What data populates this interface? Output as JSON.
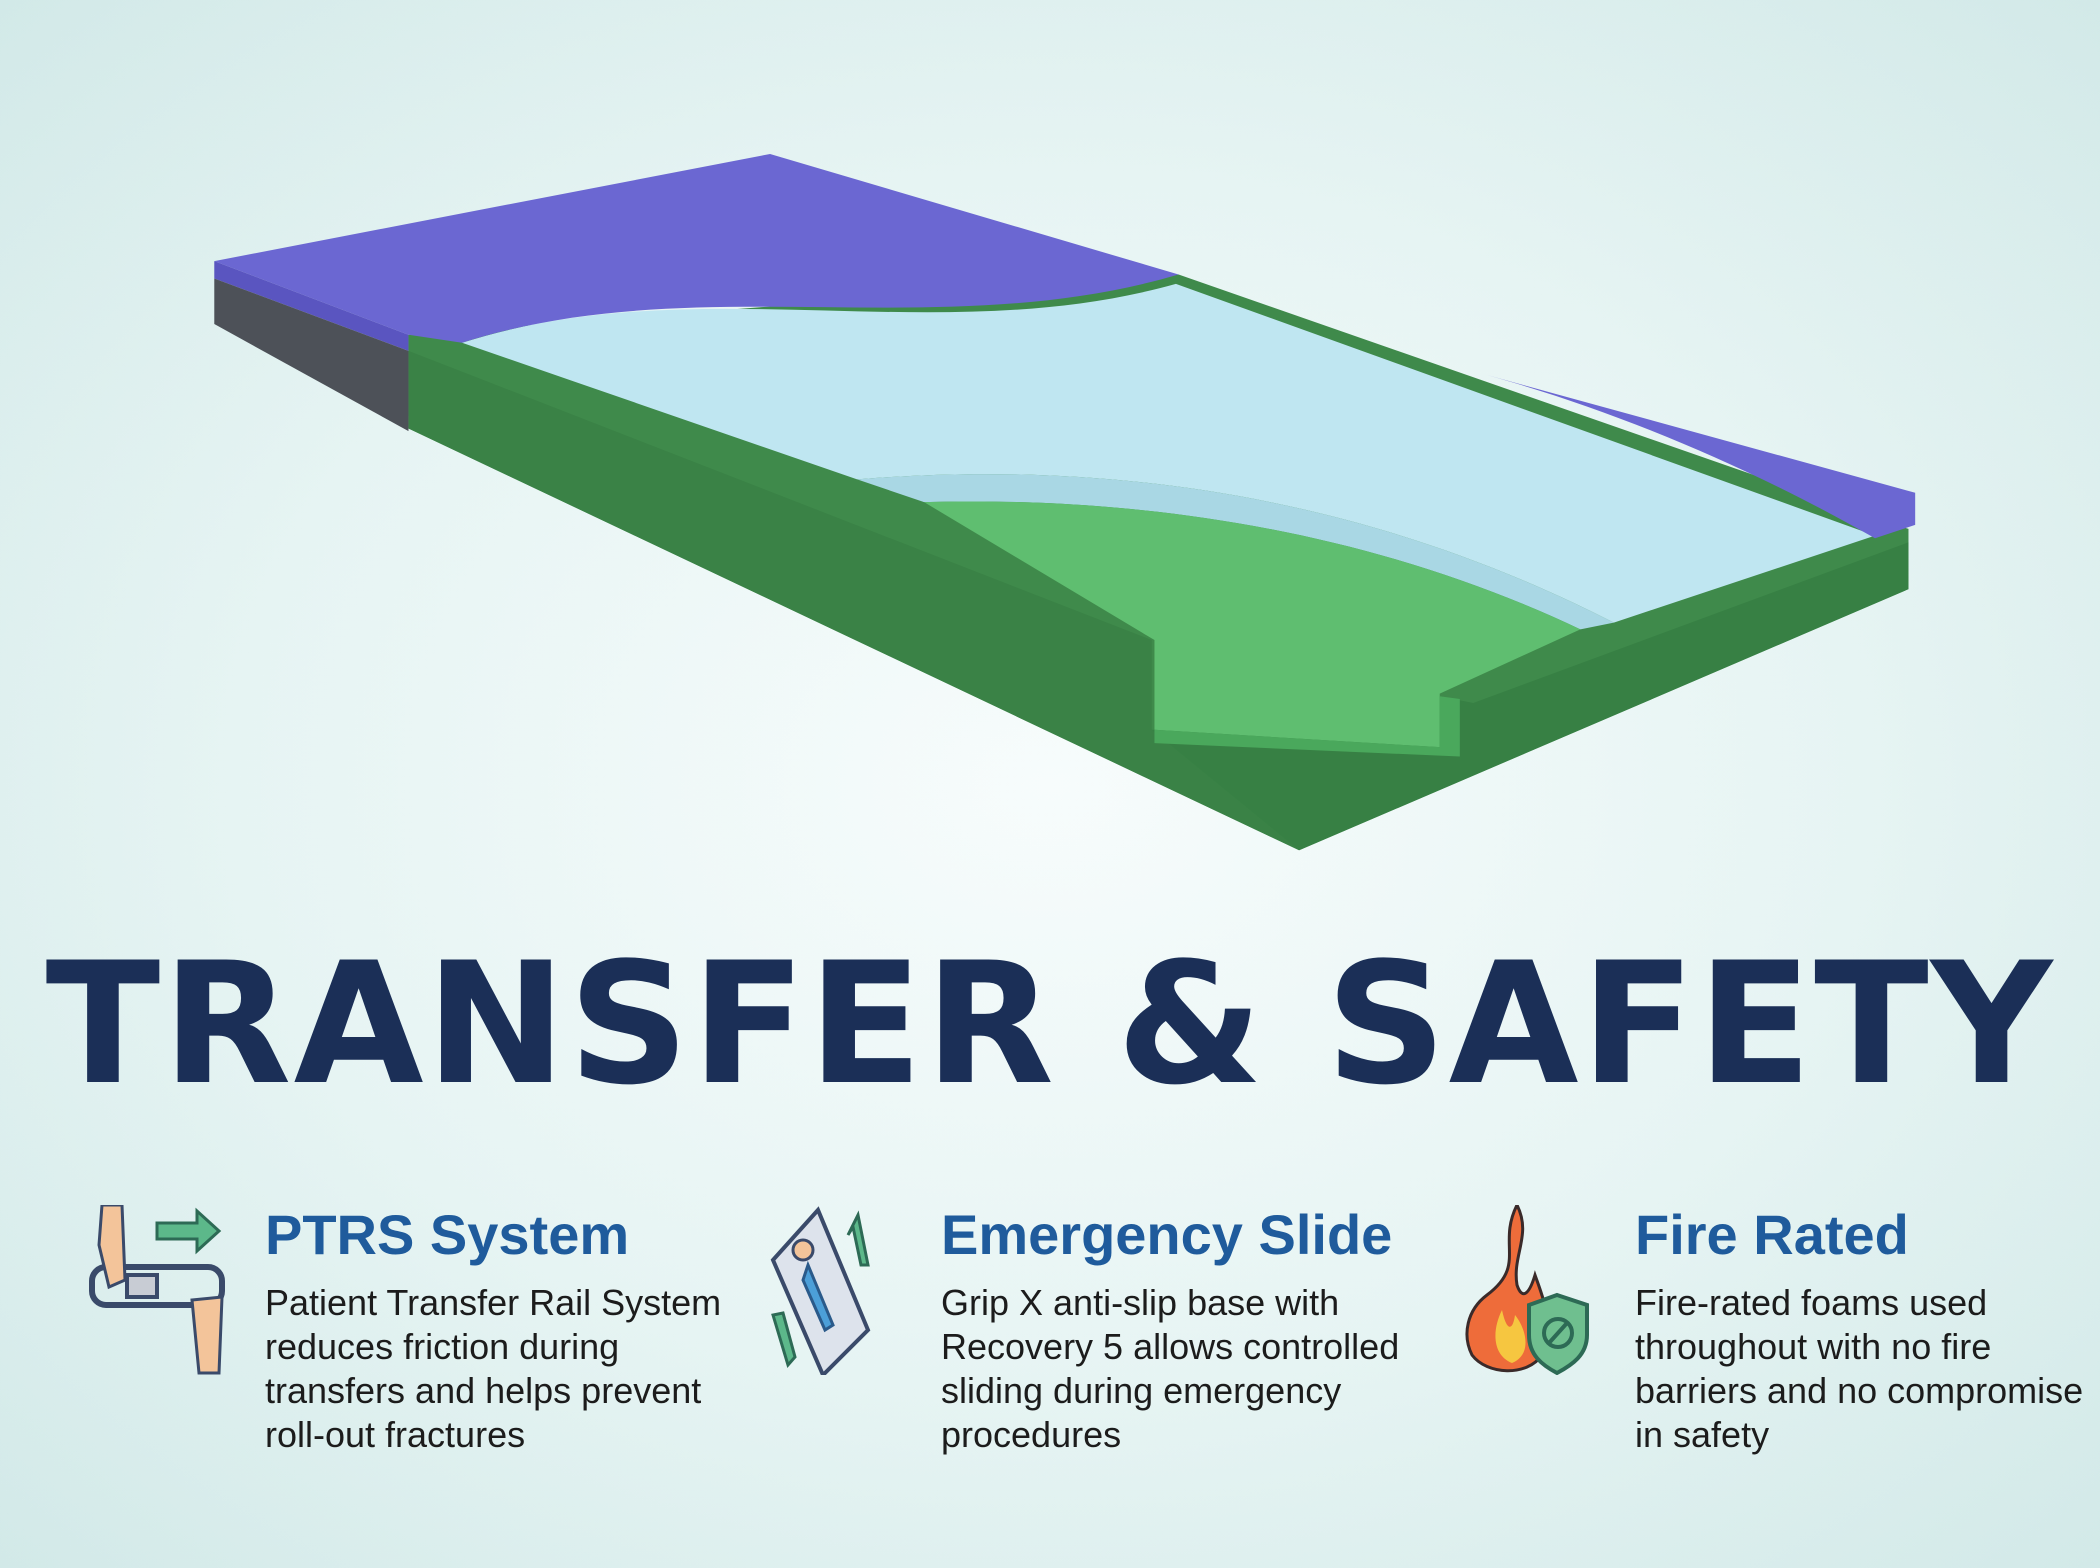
{
  "title": "TRANSFER & SAFETY",
  "colors": {
    "title": "#1b2f57",
    "heading": "#1f5b9c",
    "purple": "#6a66cf",
    "green": "#3e8a4a",
    "foam": "#bfe6f0"
  },
  "features": [
    {
      "icon": "hand-transfer-rail-icon",
      "heading": "PTRS System",
      "body": "Patient Transfer Rail System reduces friction during transfers and helps prevent roll-out fractures"
    },
    {
      "icon": "patient-slide-icon",
      "heading": "Emergency Slide",
      "body": "Grip X anti-slip base with Recovery 5 allows controlled sliding during emergency procedures"
    },
    {
      "icon": "fire-shield-icon",
      "heading": "Fire Rated",
      "body": "Fire-rated foams used throughout with no fire barriers and no compromise in safety"
    }
  ]
}
